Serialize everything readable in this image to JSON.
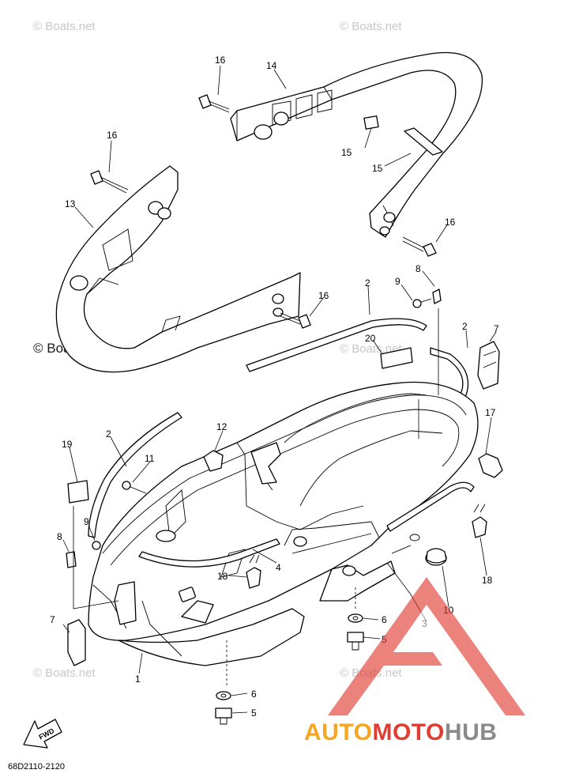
{
  "watermark": {
    "site_text": "© Boats.net"
  },
  "diagram_code": "68D2110-2120",
  "fwd_label": "FWD",
  "brand": {
    "part1": "AUTO",
    "part2": "MOTO",
    "part3": "HUB",
    "color_orange": "#f5a623",
    "color_red": "#e03c31",
    "color_gray": "#8a8a8a"
  },
  "callouts": [
    {
      "id": "c16a",
      "label": "16"
    },
    {
      "id": "c14",
      "label": "14"
    },
    {
      "id": "c16b",
      "label": "16"
    },
    {
      "id": "c15a",
      "label": "15"
    },
    {
      "id": "c15b",
      "label": "15"
    },
    {
      "id": "c13",
      "label": "13"
    },
    {
      "id": "c16c",
      "label": "16"
    },
    {
      "id": "c16d",
      "label": "16"
    },
    {
      "id": "c2a",
      "label": "2"
    },
    {
      "id": "c9a",
      "label": "9"
    },
    {
      "id": "c8a",
      "label": "8"
    },
    {
      "id": "c20",
      "label": "20"
    },
    {
      "id": "c2b",
      "label": "2"
    },
    {
      "id": "c7a",
      "label": "7"
    },
    {
      "id": "c17",
      "label": "17"
    },
    {
      "id": "c12",
      "label": "12"
    },
    {
      "id": "c19",
      "label": "19"
    },
    {
      "id": "c2c",
      "label": "2"
    },
    {
      "id": "c11",
      "label": "11"
    },
    {
      "id": "c9b",
      "label": "9"
    },
    {
      "id": "c8b",
      "label": "8"
    },
    {
      "id": "c4",
      "label": "4"
    },
    {
      "id": "c18a",
      "label": "18"
    },
    {
      "id": "c18b",
      "label": "18"
    },
    {
      "id": "c7b",
      "label": "7"
    },
    {
      "id": "c1",
      "label": "1"
    },
    {
      "id": "c10",
      "label": "10"
    },
    {
      "id": "c3",
      "label": "3"
    },
    {
      "id": "c6a",
      "label": "6"
    },
    {
      "id": "c5a",
      "label": "5"
    },
    {
      "id": "c6b",
      "label": "6"
    },
    {
      "id": "c5b",
      "label": "5"
    }
  ]
}
